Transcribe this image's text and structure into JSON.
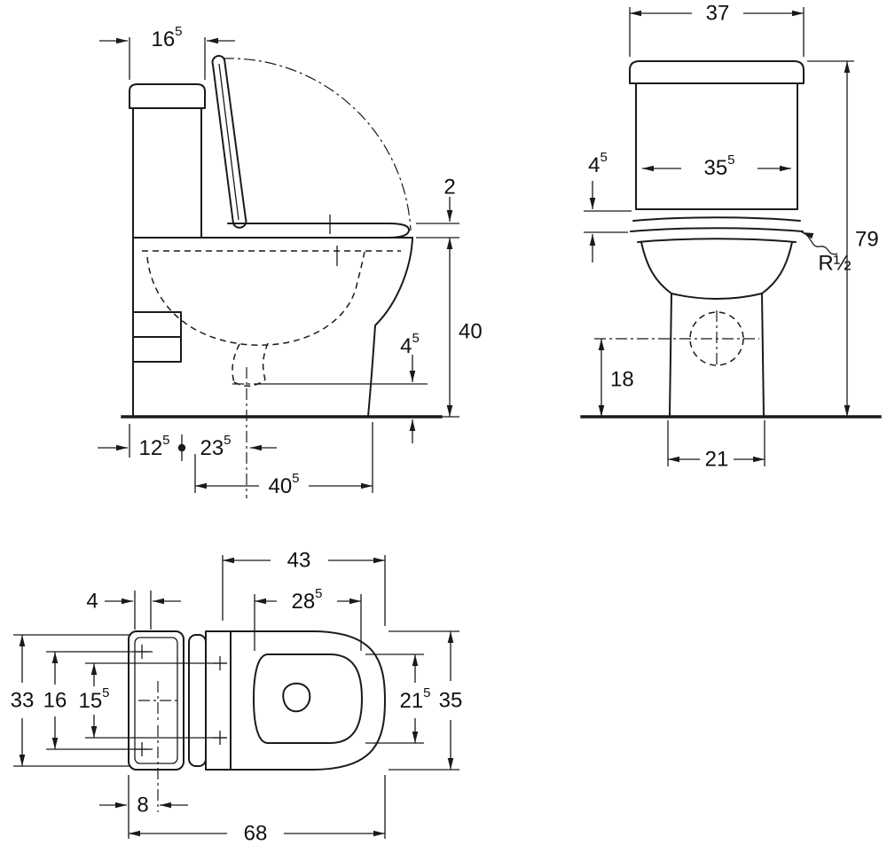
{
  "drawing": {
    "stroke_color": "#1a1a1a",
    "background_color": "#ffffff",
    "views": [
      "side-elevation",
      "front-elevation",
      "plan"
    ]
  },
  "dims": {
    "side": {
      "tank_top_depth": {
        "v": "16",
        "s": "5"
      },
      "seat_thickness": {
        "v": "2"
      },
      "rim_height": {
        "v": "40"
      },
      "outlet_drop": {
        "v": "4",
        "s": "5"
      },
      "rear_clearance": {
        "v": "12",
        "s": "5"
      },
      "outlet_setback": {
        "v": "23",
        "s": "5"
      },
      "pan_depth": {
        "v": "40",
        "s": "5"
      }
    },
    "front": {
      "tank_width": {
        "v": "37"
      },
      "tank_seat_gap": {
        "v": "4",
        "s": "5"
      },
      "tank_inner_width": {
        "v": "35",
        "s": "5"
      },
      "total_height": {
        "v": "79"
      },
      "seat_radius": {
        "v": "R½"
      },
      "inlet_height": {
        "v": "18"
      },
      "base_width": {
        "v": "21"
      }
    },
    "top": {
      "bowl_length": {
        "v": "43"
      },
      "opening_length": {
        "v": "28",
        "s": "5"
      },
      "tank_hole_offset": {
        "v": "4"
      },
      "tank_depth": {
        "v": "33"
      },
      "tank_hole_spacing": {
        "v": "16"
      },
      "hinge_hole_spacing": {
        "v": "15",
        "s": "5"
      },
      "opening_width": {
        "v": "21",
        "s": "5"
      },
      "seat_width": {
        "v": "35"
      },
      "rear_offset": {
        "v": "8"
      },
      "total_depth": {
        "v": "68"
      }
    }
  }
}
